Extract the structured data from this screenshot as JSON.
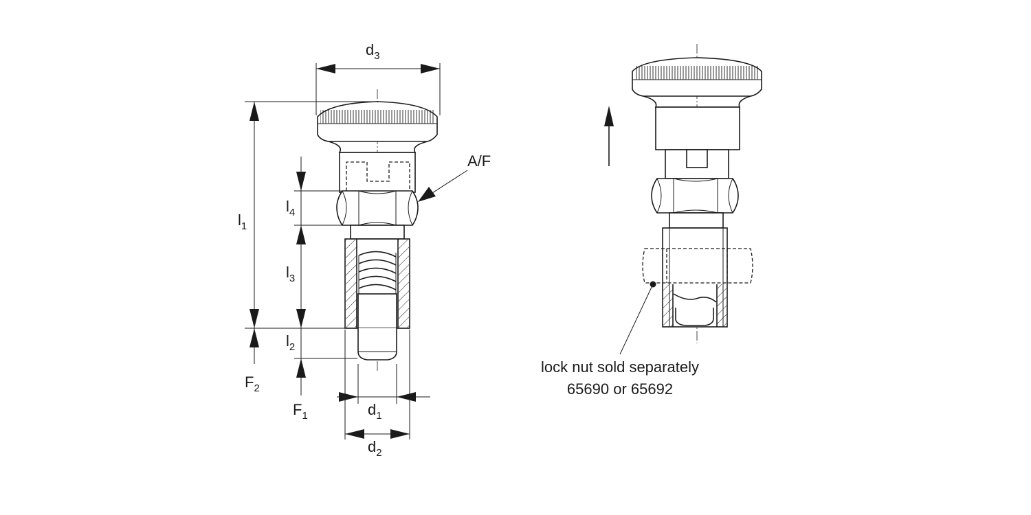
{
  "labels": {
    "d1": {
      "main": "d",
      "sub": "1"
    },
    "d2": {
      "main": "d",
      "sub": "2"
    },
    "d3": {
      "main": "d",
      "sub": "3"
    },
    "l1": {
      "main": "l",
      "sub": "1"
    },
    "l2": {
      "main": "l",
      "sub": "2"
    },
    "l3": {
      "main": "l",
      "sub": "3"
    },
    "l4": {
      "main": "l",
      "sub": "4"
    },
    "F1": {
      "main": "F",
      "sub": "1"
    },
    "F2": {
      "main": "F",
      "sub": "2"
    },
    "af": "A/F"
  },
  "note": {
    "line1": "lock nut sold separately",
    "line2": "65690 or 65692"
  },
  "colors": {
    "line": "#1a1a1a",
    "background": "#ffffff"
  }
}
